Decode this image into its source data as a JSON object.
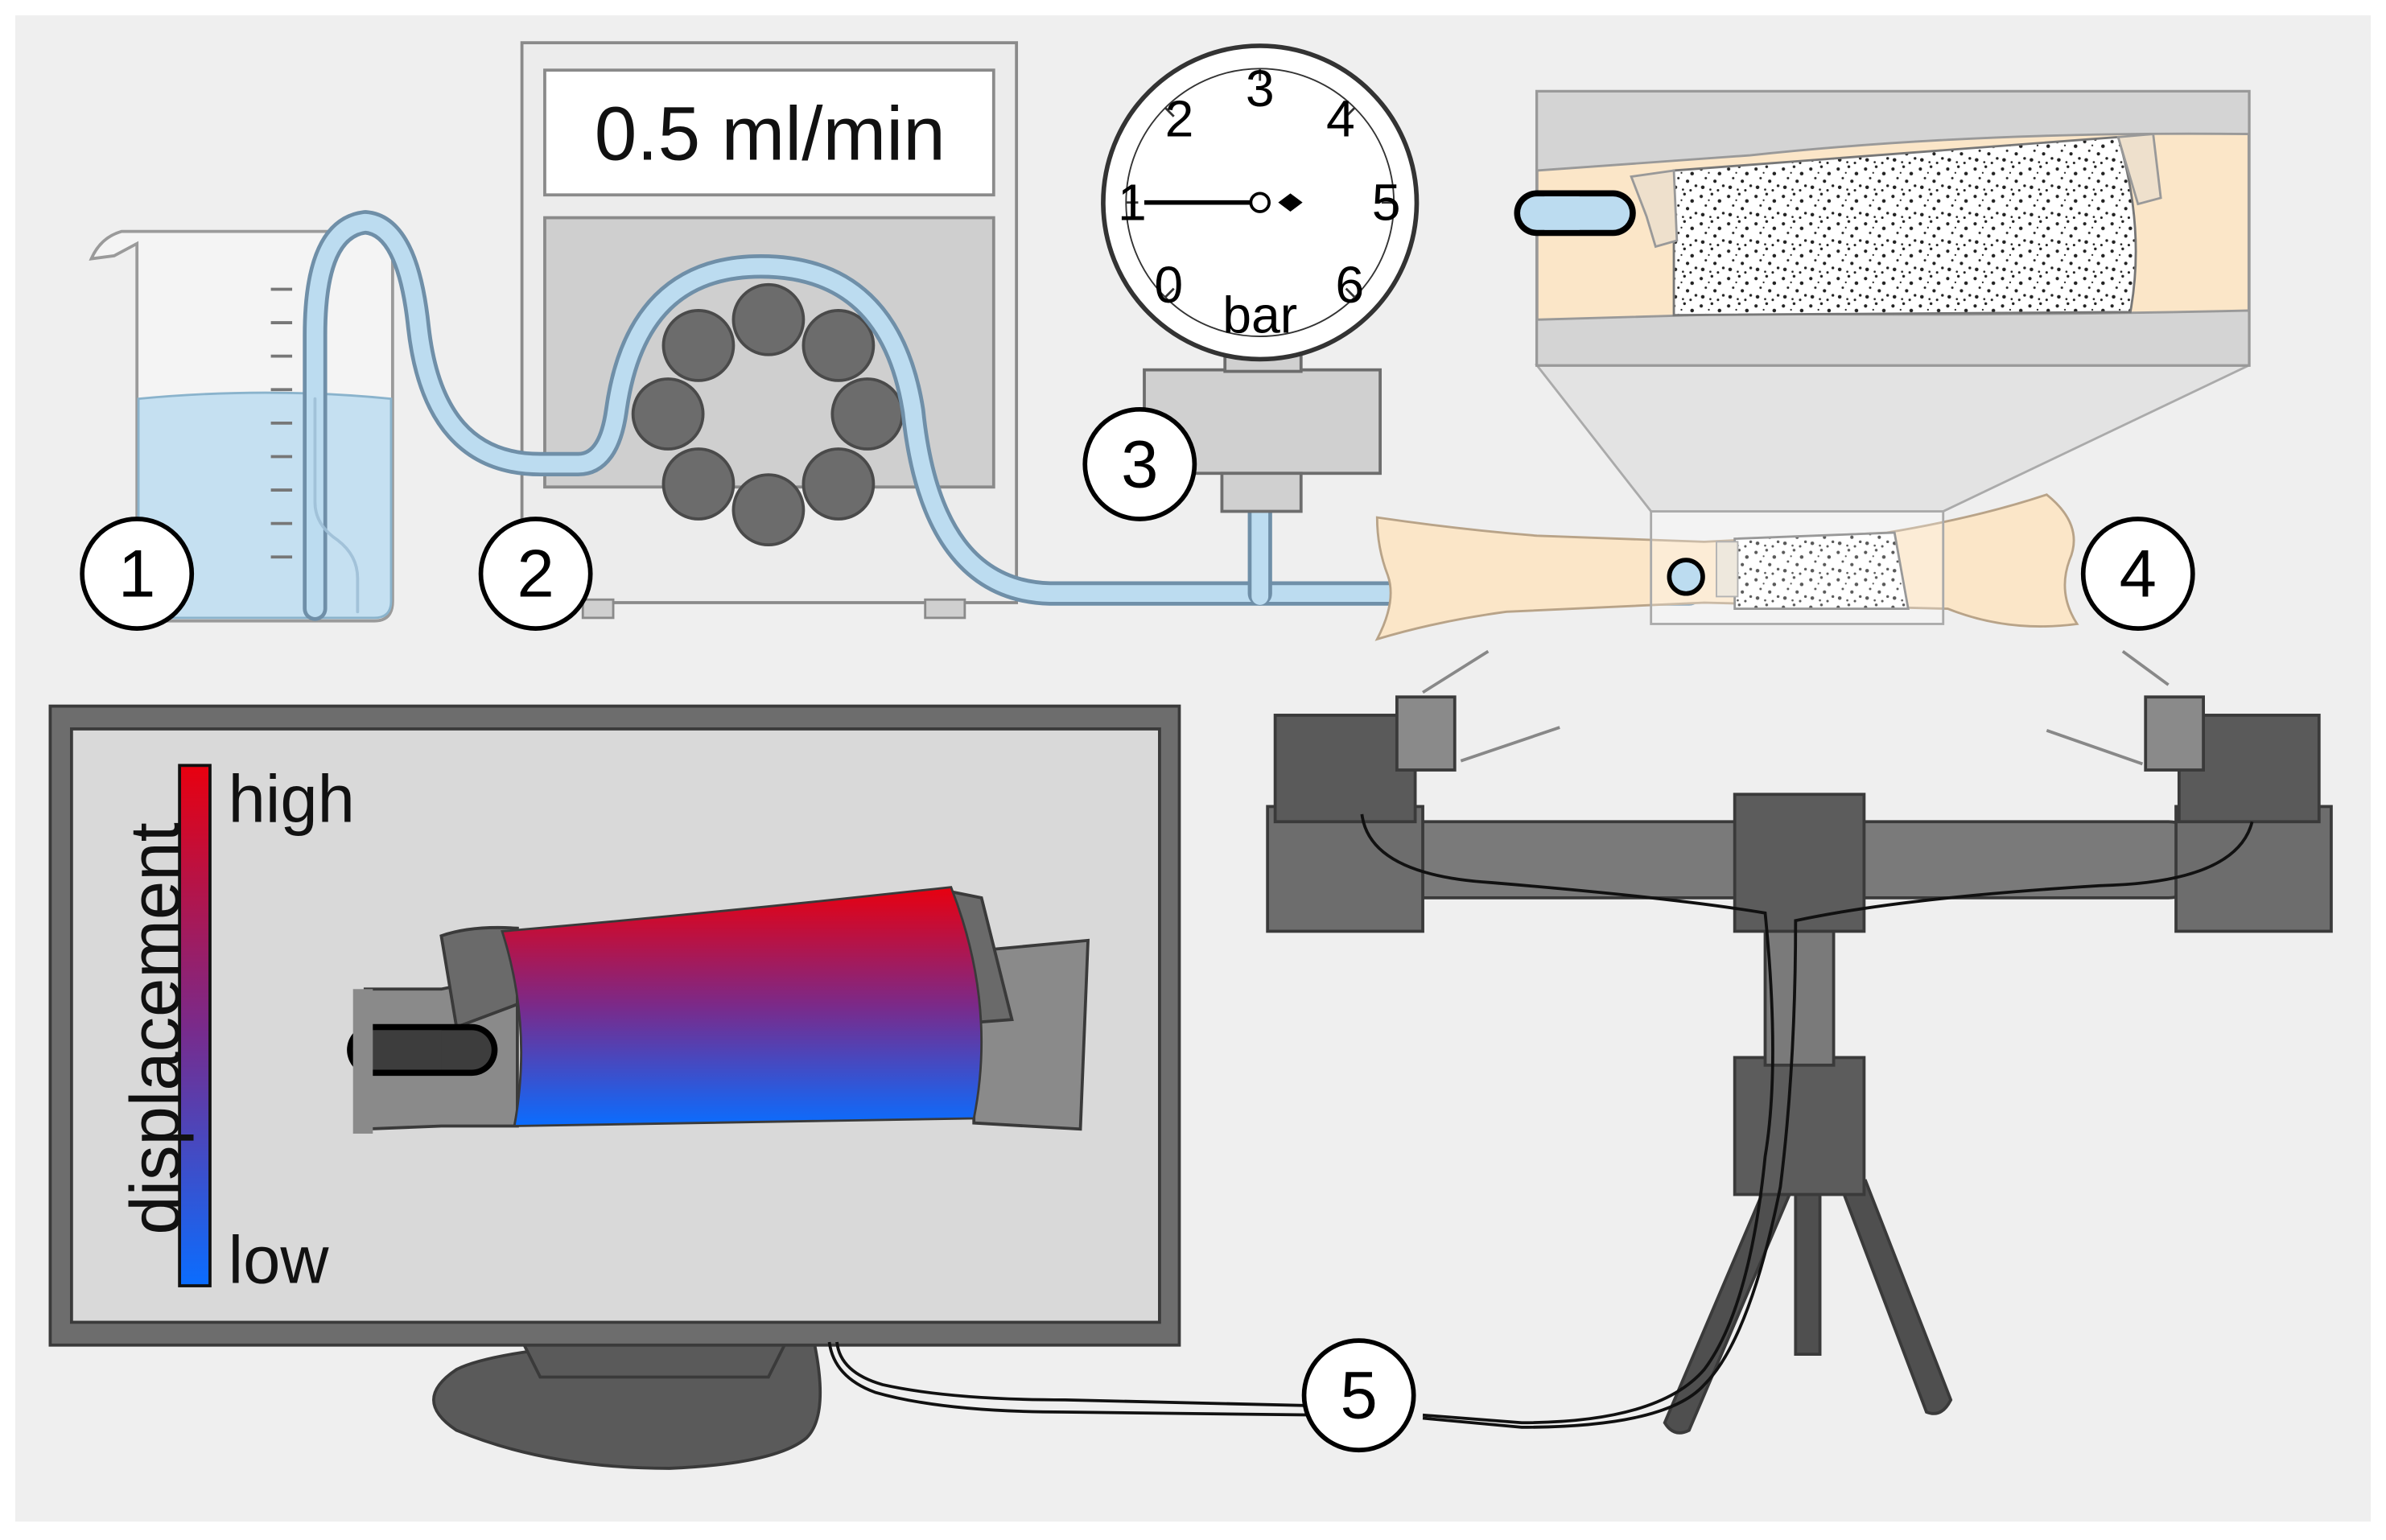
{
  "pump": {
    "flow_rate": "0.5 ml/min"
  },
  "gauge": {
    "unit": "bar",
    "scale": [
      "0",
      "1",
      "2",
      "3",
      "4",
      "5",
      "6"
    ],
    "reading": 1
  },
  "colorbar": {
    "title": "displacement",
    "high_label": "high",
    "low_label": "low",
    "colors": {
      "high": "#e8000f",
      "low": "#0a6dff"
    }
  },
  "steps": [
    "1",
    "2",
    "3",
    "4",
    "5"
  ],
  "colors": {
    "fluid": "#bcdcf0",
    "tube_outline": "#6f8fa8",
    "bone": "#fbe6c8",
    "device_gray": "#cfcfcf",
    "dark_gray": "#5c5c5c",
    "background": "#efefef"
  }
}
